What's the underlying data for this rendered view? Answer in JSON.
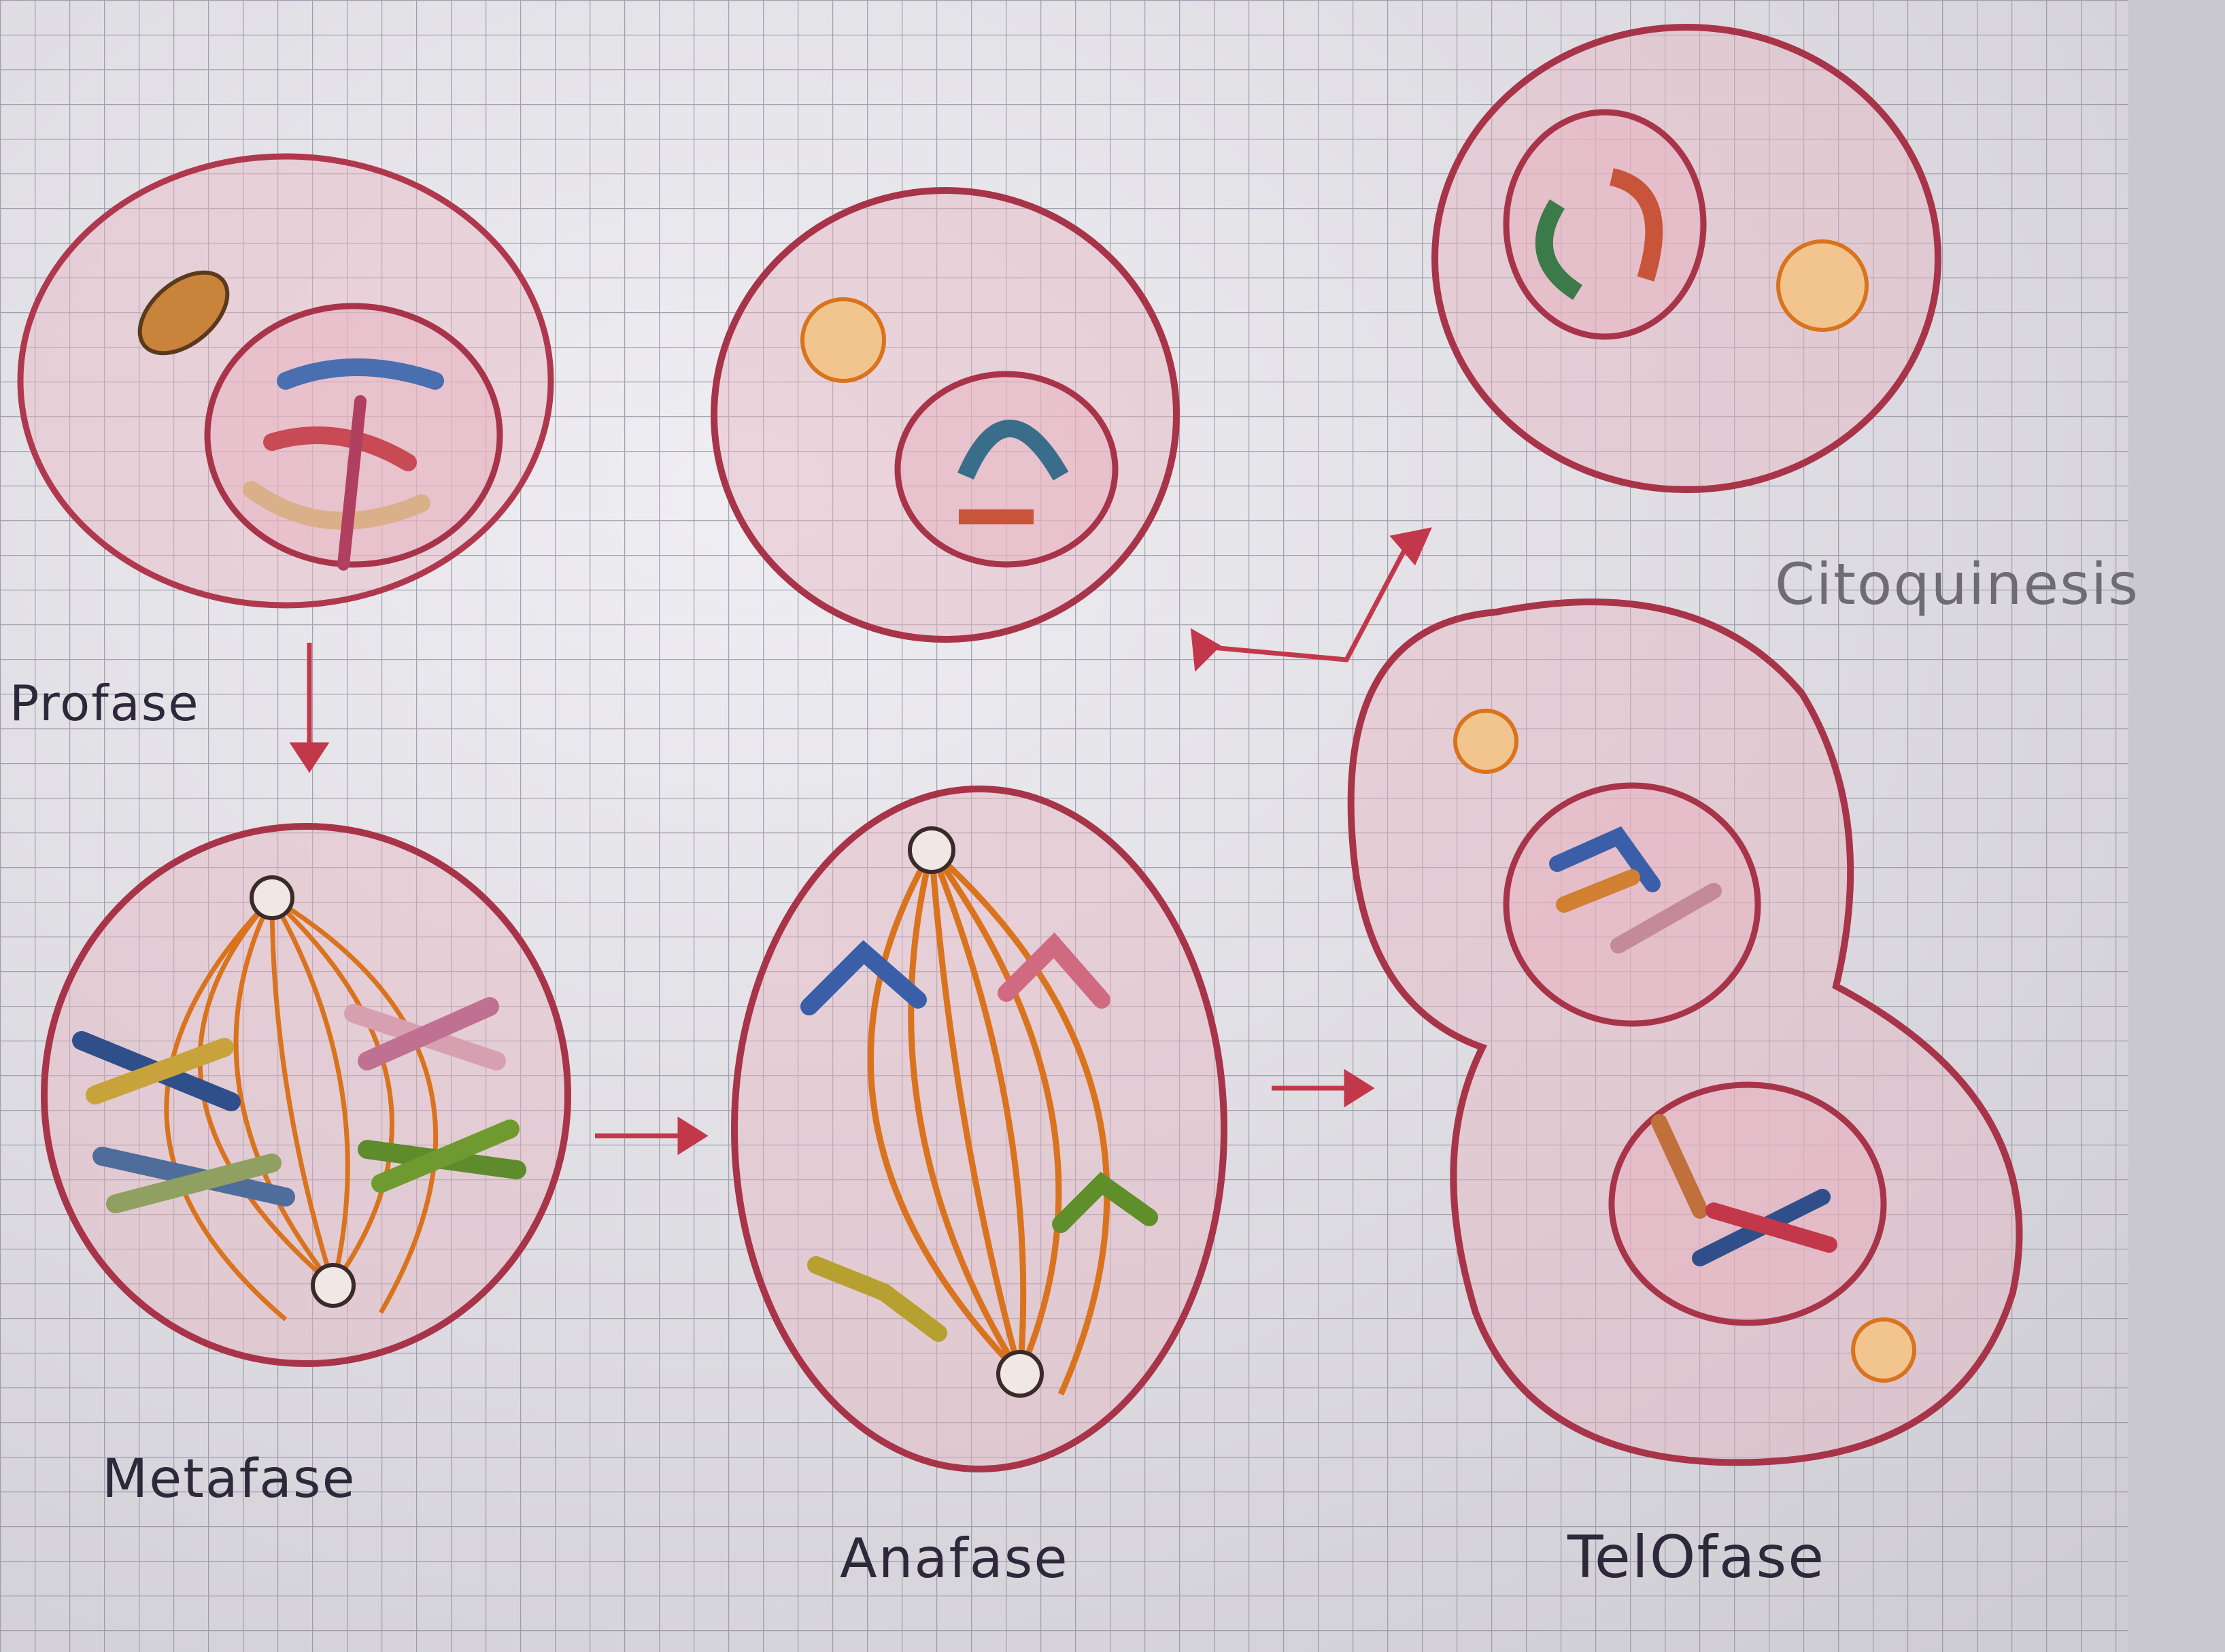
{
  "labels": {
    "profase": "Profase",
    "metafase": "Metafase",
    "anafase": "Anafase",
    "telofase": "TelOfase",
    "citoquinesis": "Citoquinesis"
  },
  "colors": {
    "paper": "#e6e4e8",
    "grid": "#8c8a9c",
    "membrane": "#b0384e",
    "spindle": "#d9731e",
    "ink": "#2c2a3a"
  },
  "stages": [
    "profase",
    "metafase",
    "anafase",
    "telofase",
    "citoquinesis"
  ]
}
